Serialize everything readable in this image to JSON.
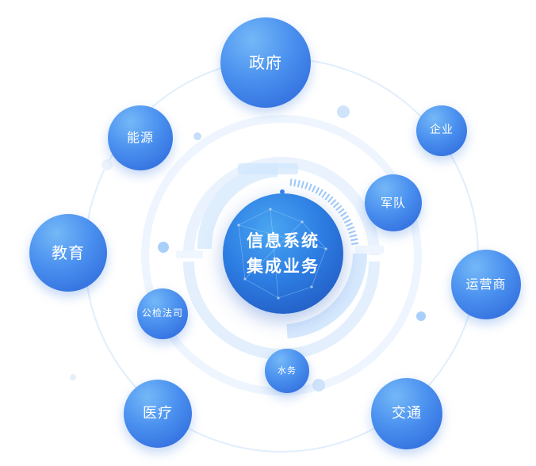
{
  "center": {
    "line1": "信息系统",
    "line2": "集成业务"
  },
  "nodes": {
    "government": "政府",
    "enterprise": "企业",
    "military": "军队",
    "energy": "能源",
    "education": "教育",
    "operator": "运营商",
    "judicial": "公检法司",
    "water": "水务",
    "medical": "医疗",
    "transport": "交通"
  },
  "colors": {
    "node_light": "#74b8f7",
    "node_mid": "#4a90ef",
    "node_dark": "#2a63d8",
    "ring": "#d9e9fb",
    "ring_strong": "#bfdcff"
  }
}
